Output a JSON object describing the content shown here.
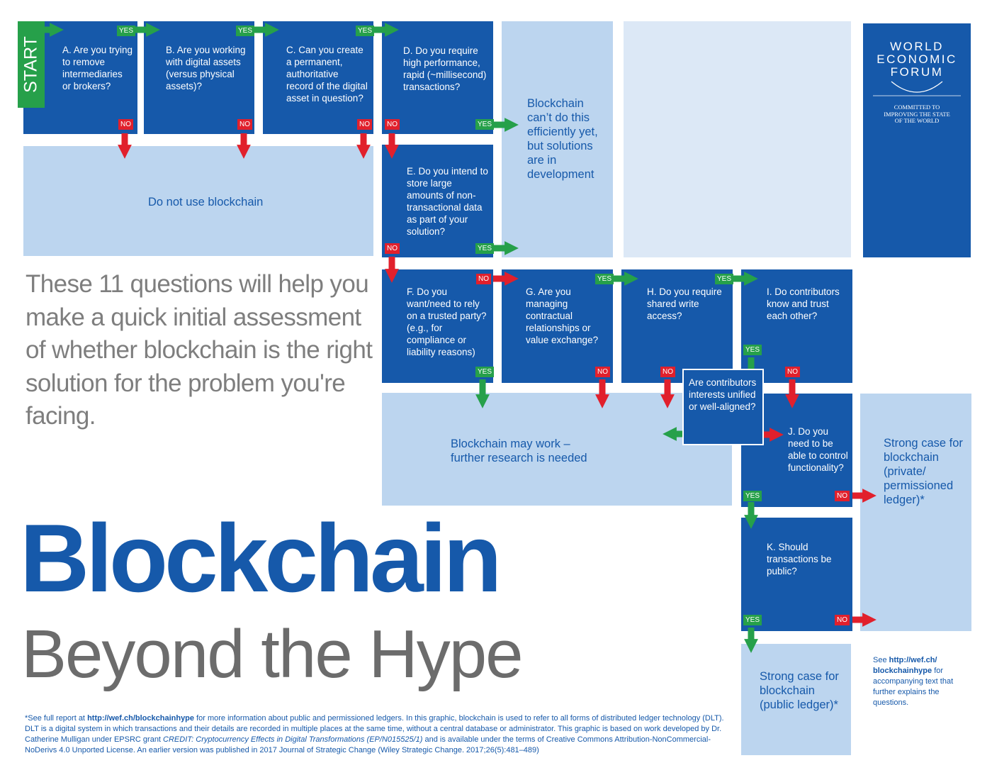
{
  "start_label": "START",
  "questions": {
    "a": "A. Are you trying to remove intermediaries or brokers?",
    "b": "B. Are you working with digital assets (versus physical assets)?",
    "c": "C. Can you create a permanent, authoritative record of the digital  asset in question?",
    "d": "D. Do you require high performance, rapid (~millisecond) transactions?",
    "e": "E. Do you intend to store large amounts of non-transactional data as part of your solution?",
    "f": "F. Do you want/need to rely on a trusted party? (e.g., for compliance or liability reasons)",
    "g": "G. Are you managing contractual relationships or value exchange?",
    "h": "H. Do you require shared write access?",
    "i": "I. Do contributors know and trust each other?",
    "i2": "Are contributors interests unified or well-aligned?",
    "j": "J. Do you need to be able to control functionality?",
    "k": "K. Should transactions be public?"
  },
  "outcomes": {
    "do_not_use": "Do not use blockchain",
    "cant_do": "Blockchain can’t do this efficiently yet, but solutions are in development",
    "may_work": "Blockchain may work – further research is needed",
    "private": "Strong case for blockchain (private/ permissioned ledger)*",
    "public": "Strong case for blockchain (public ledger)*"
  },
  "labels": {
    "yes": "YES",
    "no": "NO"
  },
  "colors": {
    "question_blue": "#1659aa",
    "outcome_light": "#bcd5ef",
    "yes_green": "#26a04a",
    "no_red": "#e1202c"
  },
  "wef": {
    "line1": "WORLD",
    "line2": "ECONOMIC",
    "line3": "FORUM",
    "tagline1": "COMMITTED TO",
    "tagline2": "IMPROVING THE STATE",
    "tagline3": "OF THE WORLD"
  },
  "intro": "These 11 questions will help you make a quick initial assessment of whether blockchain is the right solution for the problem you're facing.",
  "title_main": "Blockchain",
  "title_sub": "Beyond the Hype",
  "footnote": {
    "prefix": "*See full report at ",
    "link": "http://wef.ch/blockchainhype",
    "body": " for more information about public and permissioned ledgers. In this graphic, blockchain is used to refer to all forms of distributed ledger technology (DLT). DLT is a digital system in which transactions and their details are recorded in multiple places at the same time, without a central database or administrator. This graphic is based on work developed by Dr. Catherine Mulligan under EPSRC grant ",
    "credit": "CREDIT: Cryptocurrency Effects in Digital Transformations (EP/N015525/1)",
    "tail": " and is available under the terms of Creative Commons Attribution-NonCommercial-NoDerivs 4.0 Unported License. An earlier version was published in 2017 Journal of Strategic Change (Wiley Strategic Change. 2017;26(5):481–489)"
  },
  "see": {
    "prefix": "See ",
    "link": "http://wef.ch/ blockchainhype",
    "tail": " for accompanying text that further explains the questions."
  }
}
